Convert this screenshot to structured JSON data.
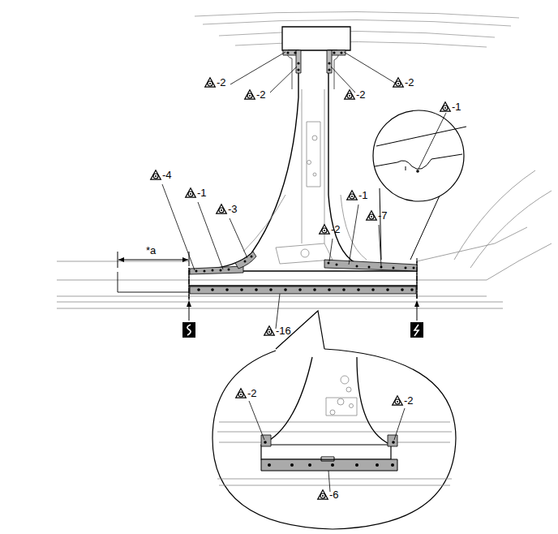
{
  "diagram": {
    "labels": [
      "-2",
      "-2",
      "-2",
      "-2",
      "-1",
      "-4",
      "-1",
      "-3",
      "-1",
      "-2",
      "-7",
      "-16",
      "-2",
      "-2",
      "-6",
      "*a"
    ]
  }
}
